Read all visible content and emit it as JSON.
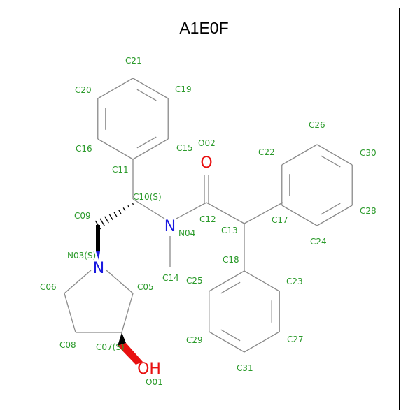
{
  "title": "A1E0F",
  "colors": {
    "bond": "#8a8a8a",
    "label": "#2a9a2a",
    "nitrogen": "#1a1adf",
    "oxygen": "#e81010",
    "wedge": "#000000"
  },
  "atom_symbols": {
    "n04": "N",
    "n03": "N",
    "o02": "O",
    "o01": "OH"
  },
  "atom_labels": [
    "C21",
    "C20",
    "C19",
    "C16",
    "C15",
    "C11",
    "O02",
    "C10(S)",
    "C09",
    "N03(S)",
    "N04",
    "C12",
    "C13",
    "C14",
    "C25",
    "C18",
    "C17",
    "C22",
    "C26",
    "C30",
    "C28",
    "C24",
    "C23",
    "C06",
    "C05",
    "C08",
    "C07(S)",
    "C29",
    "C27",
    "C31",
    "O01"
  ]
}
